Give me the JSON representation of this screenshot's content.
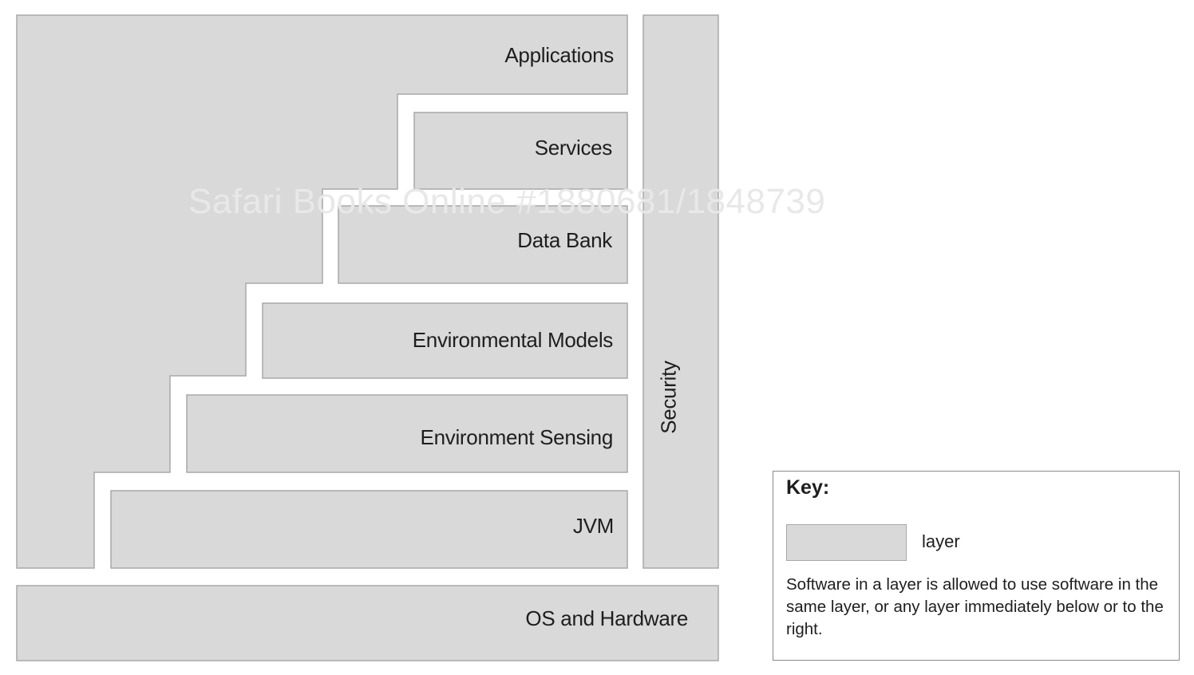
{
  "diagram": {
    "layers": {
      "applications": "Applications",
      "services": "Services",
      "data_bank": "Data Bank",
      "environmental_models": "Environmental Models",
      "environment_sensing": "Environment Sensing",
      "jvm": "JVM",
      "security": "Security",
      "os_hardware": "OS and Hardware"
    },
    "watermark": "Safari Books Online #1880681/1848739"
  },
  "key": {
    "title": "Key:",
    "swatch_label": "layer",
    "description": "Software in a layer is allowed to use software in the same layer, or any layer immediately below or to the right."
  },
  "colors": {
    "layer_fill": "#d9d9d9",
    "layer_border": "#a8a8a8",
    "background": "#ffffff"
  }
}
